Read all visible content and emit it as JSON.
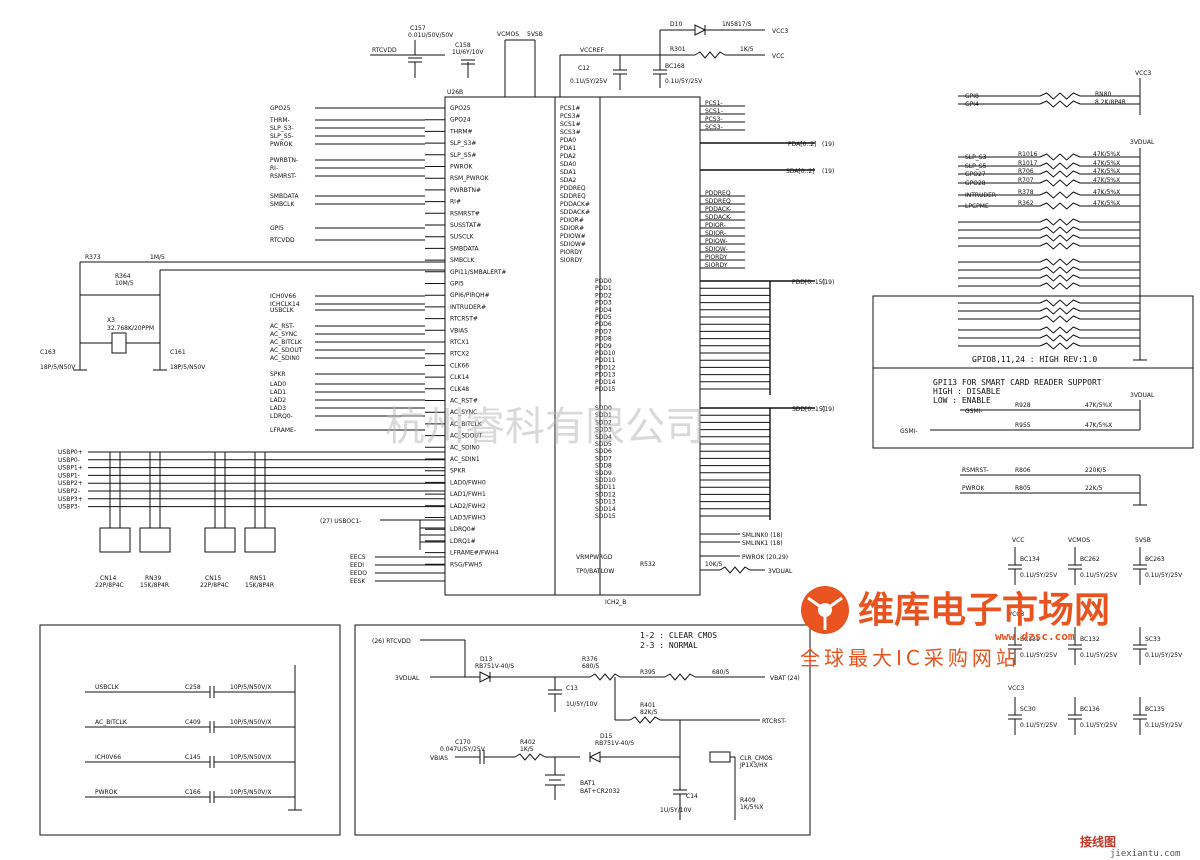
{
  "chip": {
    "ref": "U26B",
    "name": "ICH2_B"
  },
  "left_nets": [
    "GPO25",
    "THRM-",
    "SLP_S3-",
    "SLP_S5-",
    "PWROK",
    "PWRBTN-",
    "RI-",
    "RSMRST-",
    "SMBDATA",
    "SMBCLK",
    "GPI5",
    "RTCVDD",
    "ICH0V66",
    "ICHCLK14",
    "USBCLK",
    "AC_RST-",
    "AC_SYNC",
    "AC_BITCLK",
    "AC_SDOUT",
    "AC_SDIN0",
    "SPKR",
    "LAD0",
    "LAD1",
    "LAD2",
    "LAD3",
    "LDRQ0-",
    "LFRAME-"
  ],
  "left_pins": [
    "GPO25",
    "GPO24",
    "THRM#",
    "SLP_S3#",
    "SLP_S5#",
    "PWROK",
    "RSM_PWROK",
    "PWRBTN#",
    "RI#",
    "RSMRST#",
    "SUSSTAT#",
    "SUSCLK",
    "SMBDATA",
    "SMBCLK",
    "GPI11/SMBALERT#",
    "GPI5",
    "GPI6/PIRQH#",
    "INTRUDER#",
    "RTCRST#",
    "VBIAS",
    "RTCX1",
    "RTCX2",
    "CLK66",
    "CLK14",
    "CLK48",
    "AC_RST#",
    "AC_SYNC",
    "AC_BITCLK",
    "AC_SDOUT",
    "AC_SDIN0",
    "AC_SDIN1",
    "SPKR",
    "LAD0/FWH0",
    "LAD1/FWH1",
    "LAD2/FWH2",
    "LAD3/FWH3",
    "LDRQ0#",
    "LDRQ1#",
    "LFRAME#/FWH4",
    "RSG/FWH5"
  ],
  "usb_nets": [
    "USBP0+",
    "USBP0-",
    "USBP1+",
    "USBP1-",
    "USBP2+",
    "USBP2-",
    "USBP3+",
    "USBP3-"
  ],
  "right_pins": [
    "PCS1#",
    "PCS3#",
    "SCS1#",
    "SCS3#",
    "PDA0",
    "PDA1",
    "PDA2",
    "SDA0",
    "SDA1",
    "SDA2",
    "PDDREQ",
    "SDDREQ",
    "PDDACK#",
    "SDDACK#",
    "PDIOR#",
    "SDIOR#",
    "PDIOW#",
    "SDIOW#",
    "PIORDY",
    "SIORDY"
  ],
  "right_nets": [
    "PCS1-",
    "SCS1-",
    "PCS3-",
    "SCS3-",
    "PDDREQ",
    "SDDREQ",
    "PDDACK-",
    "SDDACK-",
    "PDIOR-",
    "SDIOR-",
    "PDIOW-",
    "SDIOW-",
    "PIORDY",
    "SIORDY"
  ],
  "buses": {
    "pda": "PDA[0..2]",
    "sda": "SDA[0..2]",
    "pdd": "PDD[0..15]",
    "sdd": "SDD[0..15]"
  },
  "bus_ref": "(19)",
  "top": {
    "rtcvdd": "RTCVDD",
    "vcmos": "VCMOS",
    "vsb": "5VSB",
    "vccref": "VCCREF",
    "vcc3": "VCC3",
    "vcc": "VCC",
    "diode": "D10",
    "diode_val": "1N5817/S",
    "r301": "R301",
    "r301v": "1K/5",
    "c157": "C157",
    "c157v": "0.01U/50V/50V",
    "c158": "C158",
    "c158v": "1U/6Y/10V",
    "c12": "C12",
    "c12v": "0.1U/5Y/25V",
    "bc168": "BC168",
    "bc168v": "0.1U/5Y/25V"
  },
  "gpio": {
    "rn": "RN80",
    "rnv": "8.2K/8P4R",
    "pullups": [
      "R1016",
      "R1017",
      "R706",
      "R707",
      "R378",
      "R362"
    ],
    "nets": [
      "GPI8",
      "GPI4-",
      "SLP_S3-",
      "SLP_S5-",
      "GPO27",
      "GPO28",
      "INTRUDER",
      "LPCPME-"
    ],
    "val": "47K/5%X",
    "note": "GPIO8,11,24 : HIGH REV:1.0"
  },
  "smart": {
    "line1": "GPI13 FOR SMART CARD READER SUPPORT",
    "line2": "HIGH : DISABLE",
    "line3": "LOW : ENABLE",
    "net": "GSMI-",
    "r1": "R928",
    "r2": "R955",
    "rv": "47K/5%X"
  },
  "rsm": {
    "a": "RSMRST-",
    "ra": "R806",
    "av": "220K/5",
    "b": "PWROK",
    "rb": "R805",
    "bv": "22K/5"
  },
  "caps": {
    "vcc": "VCC",
    "vcmos": "VCMOS",
    "vsb": "5VSB",
    "vcc3": "VCC3",
    "list": [
      [
        "BC134",
        "0.1U/5Y/25V"
      ],
      [
        "BC262",
        "0.1U/5Y/25V"
      ],
      [
        "BC263",
        "0.1U/5Y/25V"
      ],
      [
        "BC131",
        "0.1U/5Y/25V"
      ],
      [
        "BC132",
        "0.1U/5Y/25V"
      ],
      [
        "SC33",
        "0.1U/5Y/25V"
      ],
      [
        "SC30",
        "0.1U/5Y/25V"
      ],
      [
        "BC136",
        "0.1U/5Y/25V"
      ],
      [
        "BC135",
        "0.1U/5Y/25V"
      ]
    ]
  },
  "emi": {
    "rows": [
      [
        "USBCLK",
        "C258",
        "10P/5/N50V/X"
      ],
      [
        "AC_BITCLK",
        "C409",
        "10P/5/N50V/X"
      ],
      [
        "ICH0V66",
        "C145",
        "10P/5/N50V/X"
      ],
      [
        "PWROK",
        "C166",
        "10P/5/N50V/X"
      ]
    ]
  },
  "rtc": {
    "rtcvdd": "(26) RTCVDD",
    "d13": "D13",
    "d13v": "RB751V-40/S",
    "r376": "R376",
    "r376v": "680/5",
    "c13": "C13",
    "c13v": "1U/5Y/10V",
    "r395": "R395",
    "r395v": "680/5",
    "vbat": "VBAT (24)",
    "vdual": "3VDUAL",
    "r401": "R401",
    "r401v": "82K/5",
    "rtcrst": "RTCRST-",
    "c170": "C170",
    "c170v": "0.047U/5Y/25V",
    "r402": "R402",
    "r402v": "1K/5",
    "d15": "D15",
    "d15v": "RB751V-40/S",
    "bat": "BAT1",
    "batv": "BAT+CR2032",
    "vbias": "VBIAS",
    "c14": "C14",
    "c14v": "1U/5Y/10V",
    "r409": "R409",
    "r409v": "1K/5%X",
    "jp": "CLR_CMOS",
    "jpv": "JP1X3/HX",
    "clr1": "1-2 : CLEAR CMOS",
    "clr2": "2-3 : NORMAL"
  },
  "xtal": {
    "x3": "X3",
    "x3v": "32.768K/20PPM",
    "r364": "R364",
    "r364v": "10M/5",
    "r373": "R373",
    "r373v": "1M/5",
    "c163": "C163",
    "c161": "C161",
    "cv": "18P/5/N50V"
  },
  "usb_parts": {
    "cn14": "CN14",
    "cn14v": "22P/8P4C",
    "rn39": "RN39",
    "rn39v": "15K/8P4R",
    "cn15": "CN15",
    "cn15v": "22P/8P4C",
    "rn51": "RN51",
    "rn51v": "15K/8P4R",
    "usboc": "(27) USBOC1-"
  },
  "ee": [
    "EECS",
    "EEDI",
    "EEDO",
    "EESK"
  ],
  "misc": {
    "smlink0": "SMLINK0 (18)",
    "smlink1": "SMLINK1 (18)",
    "pwrok": "PWROK (20,29)",
    "r532": "R532",
    "r532v": "10K/5",
    "vdual2": "3VDUAL",
    "vrmpwrgd": "VRMPWRGD",
    "tp0": "TP0/BATLOW"
  },
  "watermark": "杭州睿科有限公司",
  "brand": {
    "name": "维库电子市场网",
    "url": "www.dzsc.com",
    "slogan": "全球最大IC采购网站"
  },
  "footer": {
    "name": "接线图",
    "url": "jiexiantu.com"
  }
}
